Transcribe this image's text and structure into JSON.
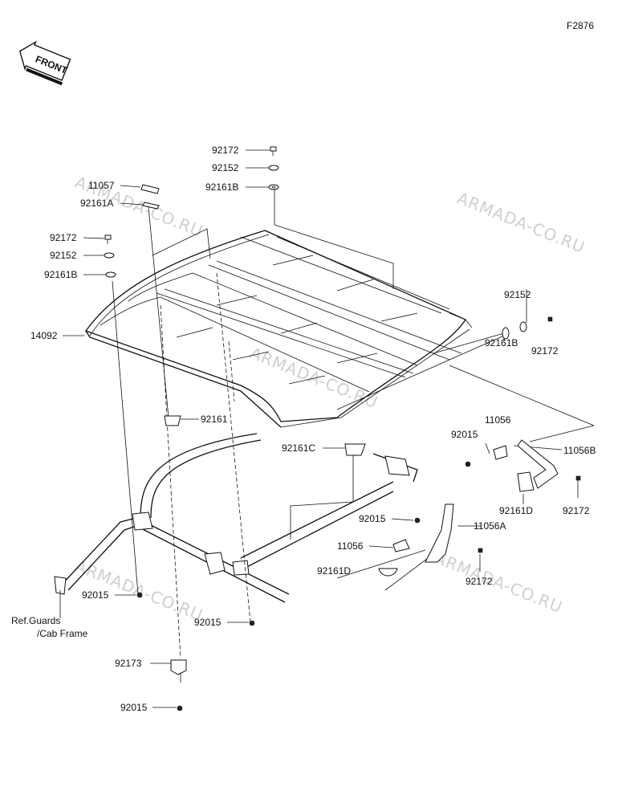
{
  "figure_code": "F2876",
  "front_badge": "FRONT",
  "watermark": "ARMADA-CO.RU",
  "labels": {
    "l92172_top": "92172",
    "l92152_top": "92152",
    "l92161B_top": "92161B",
    "l11057": "11057",
    "l92161A": "92161A",
    "l92172_left": "92172",
    "l92152_left": "92152",
    "l92161B_left": "92161B",
    "l14092": "14092",
    "l92152_right": "92152",
    "l92161B_right": "92161B",
    "l92172_right": "92172",
    "l92161": "92161",
    "l92161C": "92161C",
    "l11056_top": "11056",
    "l92015_right": "92015",
    "l11056B": "11056B",
    "l92161D_right": "92161D",
    "l92172_br": "92172",
    "l92015_mid": "92015",
    "l11056A": "11056A",
    "l11056_mid": "11056",
    "l92161D_mid": "92161D",
    "l92172_bm": "92172",
    "l92015_left": "92015",
    "l92015_center": "92015",
    "l92173": "92173",
    "l92015_bottom": "92015",
    "ref_line1": "Ref.Guards",
    "ref_line2": "/Cab Frame"
  }
}
